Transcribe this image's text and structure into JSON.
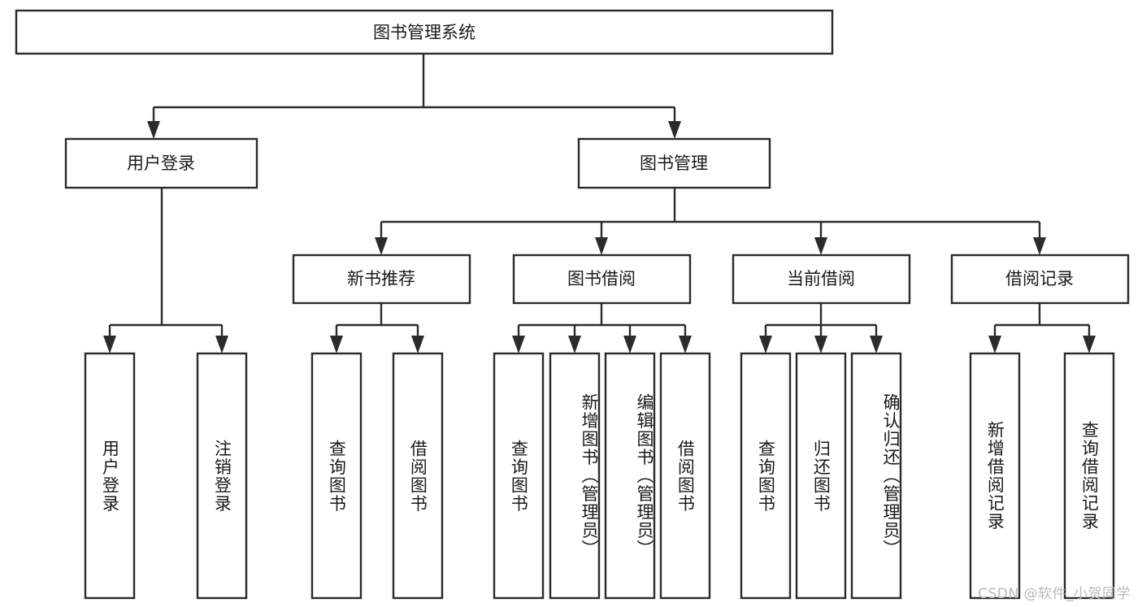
{
  "diagram": {
    "title": "图书管理系统",
    "type": "tree",
    "watermark": "CSDN @软件_小贺同学",
    "colors": {
      "box_stroke": "#2b2b2b",
      "box_fill": "#ffffff",
      "connector": "#2b2b2b",
      "text": "#1a1a1a",
      "watermark": "#b9b9b9",
      "background": "#ffffff"
    },
    "root": {
      "label": "图书管理系统"
    },
    "level2": [
      {
        "label": "用户登录"
      },
      {
        "label": "图书管理"
      }
    ],
    "level3": [
      {
        "label": "新书推荐"
      },
      {
        "label": "图书借阅"
      },
      {
        "label": "当前借阅"
      },
      {
        "label": "借阅记录"
      }
    ],
    "leaves": {
      "user_login": [
        {
          "label": "用户登录"
        },
        {
          "label": "注销登录"
        }
      ],
      "new_book_recommend": [
        {
          "label": "查询图书"
        },
        {
          "label": "借阅图书"
        }
      ],
      "book_borrow": [
        {
          "label": "查询图书"
        },
        {
          "label": "新增图书（管理员）"
        },
        {
          "label": "编辑图书（管理员）"
        },
        {
          "label": "借阅图书"
        }
      ],
      "current_borrow": [
        {
          "label": "查询图书"
        },
        {
          "label": "归还图书"
        },
        {
          "label": "确认归还（管理员）"
        }
      ],
      "borrow_record": [
        {
          "label": "新增借阅记录"
        },
        {
          "label": "查询借阅记录"
        }
      ]
    }
  }
}
